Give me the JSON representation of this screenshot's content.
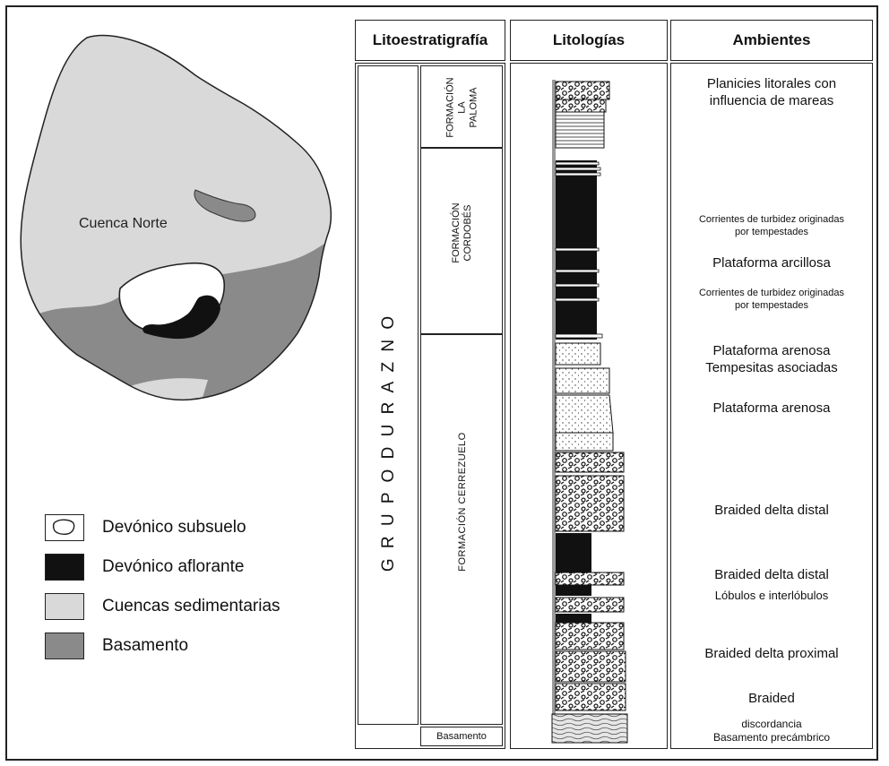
{
  "map": {
    "label_cuenca_norte": "Cuenca Norte"
  },
  "legend": [
    {
      "label": "Devónico subsuelo",
      "swatch": "outline"
    },
    {
      "label": "Devónico aflorante",
      "swatch": "#111111"
    },
    {
      "label": "Cuencas sedimentarias",
      "swatch": "#d9d9d9"
    },
    {
      "label": "Basamento",
      "swatch": "#8a8a8a"
    }
  ],
  "columns": {
    "lito": "Litoestratigrafía",
    "litologias": "Litologías",
    "ambientes": "Ambientes"
  },
  "grupo": "G R U P O     D U R A Z N O",
  "formations": [
    {
      "name": "FORMACIÓN LA PALOMA",
      "lines": [
        "FORMACIÓN",
        "LA",
        "PALOMA"
      ]
    },
    {
      "name": "FORMACIÓN CORDOBÉS",
      "lines": [
        "FORMACIÓN",
        "CORDOBÉS"
      ]
    },
    {
      "name": "FORMACIÓN CERREZUELO",
      "lines": [
        "FORMACIÓN   CERREZUELO"
      ]
    },
    {
      "name": "Basamento",
      "lines": [
        "Basamento"
      ]
    }
  ],
  "ambientes": [
    {
      "text": "Planicies litorales con\ninfluencia de mareas",
      "size": "big"
    },
    {
      "text": "Corrientes de turbidez originadas\npor tempestades",
      "size": "small"
    },
    {
      "text": "Plataforma arcillosa",
      "size": "big"
    },
    {
      "text": "Corrientes de turbidez originadas\npor tempestades",
      "size": "small"
    },
    {
      "text": "Plataforma arenosa\nTempesitas asociadas",
      "size": "big"
    },
    {
      "text": "Plataforma arenosa",
      "size": "big"
    },
    {
      "text": "Braided delta distal",
      "size": "big"
    },
    {
      "text": "Braided delta distal",
      "size": "big"
    },
    {
      "text": "Lóbulos e interlóbulos",
      "size": "mid"
    },
    {
      "text": "Braided delta proximal",
      "size": "big"
    },
    {
      "text": "Braided",
      "size": "big"
    },
    {
      "text": "discordancia\nBasamento precámbrico",
      "size": "mid"
    }
  ],
  "colors": {
    "outline": "#222222",
    "aflorante": "#111111",
    "cuencas": "#d9d9d9",
    "basamento": "#8a8a8a"
  }
}
